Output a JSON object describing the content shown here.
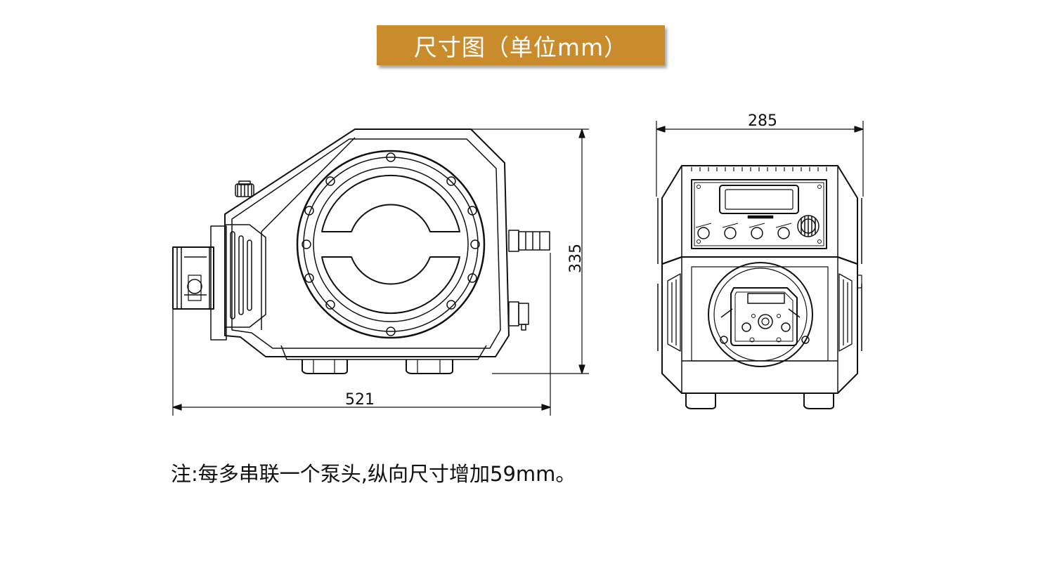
{
  "title": "尺寸图（单位mm）",
  "dimensions": {
    "side_width": "521",
    "side_height": "335",
    "front_width": "285"
  },
  "note": "注:每多串联一个泵头,纵向尺寸增加59mm。",
  "colors": {
    "banner": "#c98b2c",
    "banner_text": "#ffffff",
    "line": "#111111"
  }
}
